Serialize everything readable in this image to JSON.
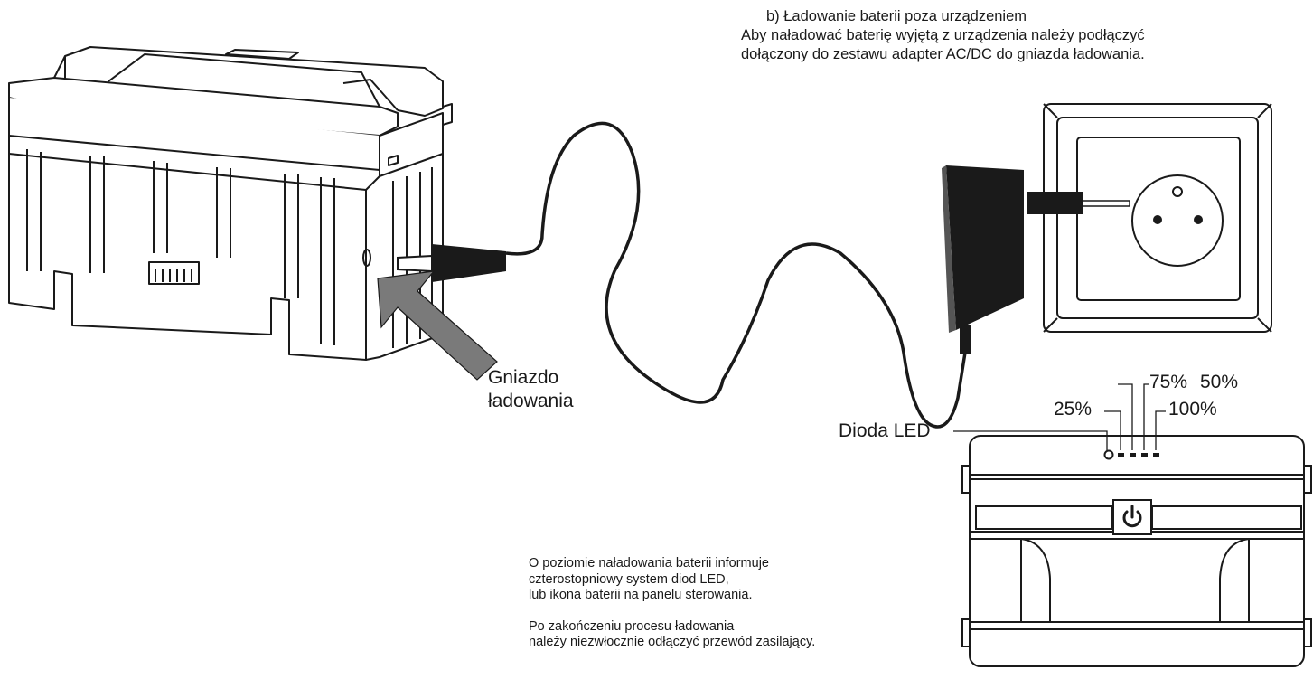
{
  "header": {
    "title": "b) Ładowanie baterii poza urządzeniem",
    "line2": "Aby naładować baterię wyjętą z urządzenia należy podłączyć",
    "line3": "dołączony do zestawu adapter AC/DC do gniazda ładowania."
  },
  "labels": {
    "socket_line1": "Gniazdo",
    "socket_line2": "ładowania",
    "led": "Dioda LED",
    "p25": "25%",
    "p75": "75%",
    "p50": "50%",
    "p100": "100%"
  },
  "notes": {
    "para1": [
      "O poziomie naładowania baterii informuje",
      "czterostopniowy system diod LED,",
      "lub ikona baterii na panelu sterowania."
    ],
    "para2": [
      "Po zakończeniu procesu ładowania",
      "należy niezwłocznie odłączyć przewód zasilający."
    ]
  },
  "colors": {
    "ink": "#1a1a1a",
    "arrow": "#7a7a7a",
    "background": "#ffffff"
  }
}
